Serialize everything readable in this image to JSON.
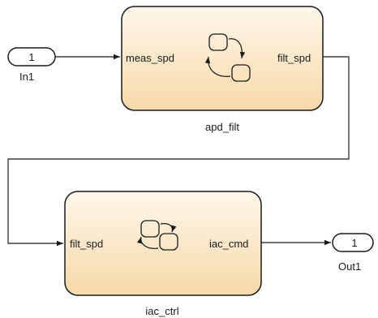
{
  "model": {
    "inport": {
      "number": "1",
      "name": "In1"
    },
    "outport": {
      "number": "1",
      "name": "Out1"
    },
    "blocks": [
      {
        "name": "apd_filt",
        "input_port": "meas_spd",
        "output_port": "filt_spd"
      },
      {
        "name": "iac_ctrl",
        "input_port": "filt_spd",
        "output_port": "iac_cmd"
      }
    ],
    "block_icon": "stateflow-chart-icon"
  },
  "colors": {
    "block_fill_top": "#fff7eb",
    "block_fill_bottom": "#f7d9a8",
    "block_border": "#1a1a1a",
    "line": "#1a1a1a"
  }
}
